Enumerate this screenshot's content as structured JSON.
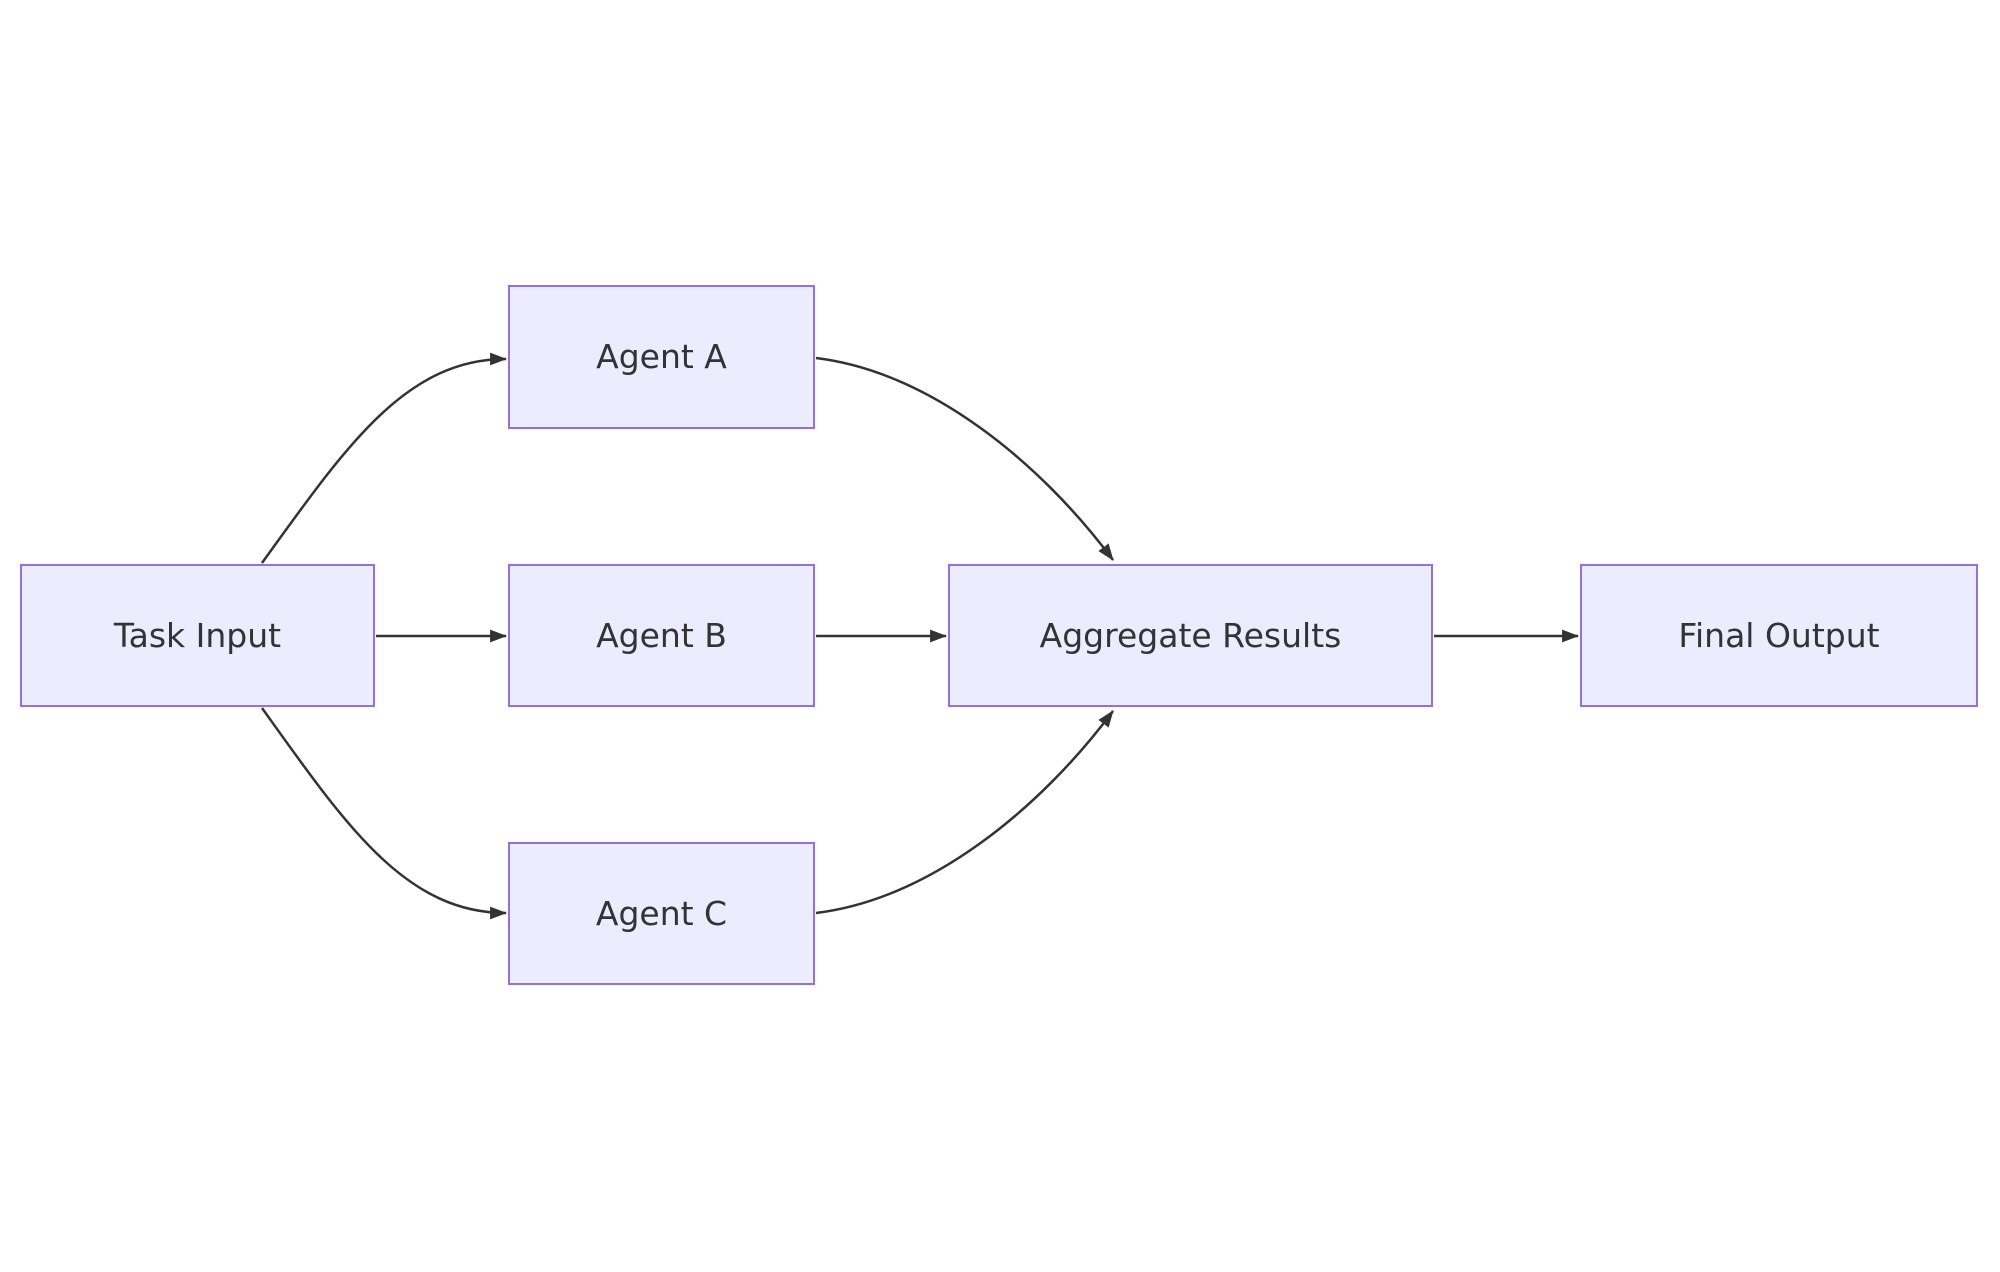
{
  "diagram": {
    "type": "flowchart",
    "direction": "left-to-right",
    "colors": {
      "background": "#FFFFFF",
      "node_fill": "#ECECFF",
      "node_border": "#9370DB",
      "edge": "#333333",
      "text": "#333333"
    },
    "nodes": {
      "task_input": {
        "label": "Task Input"
      },
      "agent_a": {
        "label": "Agent A"
      },
      "agent_b": {
        "label": "Agent B"
      },
      "agent_c": {
        "label": "Agent C"
      },
      "aggregate_results": {
        "label": "Aggregate Results"
      },
      "final_output": {
        "label": "Final Output"
      }
    },
    "edges": [
      {
        "from": "Task Input",
        "to": "Agent A"
      },
      {
        "from": "Task Input",
        "to": "Agent B"
      },
      {
        "from": "Task Input",
        "to": "Agent C"
      },
      {
        "from": "Agent A",
        "to": "Aggregate Results"
      },
      {
        "from": "Agent B",
        "to": "Aggregate Results"
      },
      {
        "from": "Agent C",
        "to": "Aggregate Results"
      },
      {
        "from": "Aggregate Results",
        "to": "Final Output"
      }
    ]
  }
}
